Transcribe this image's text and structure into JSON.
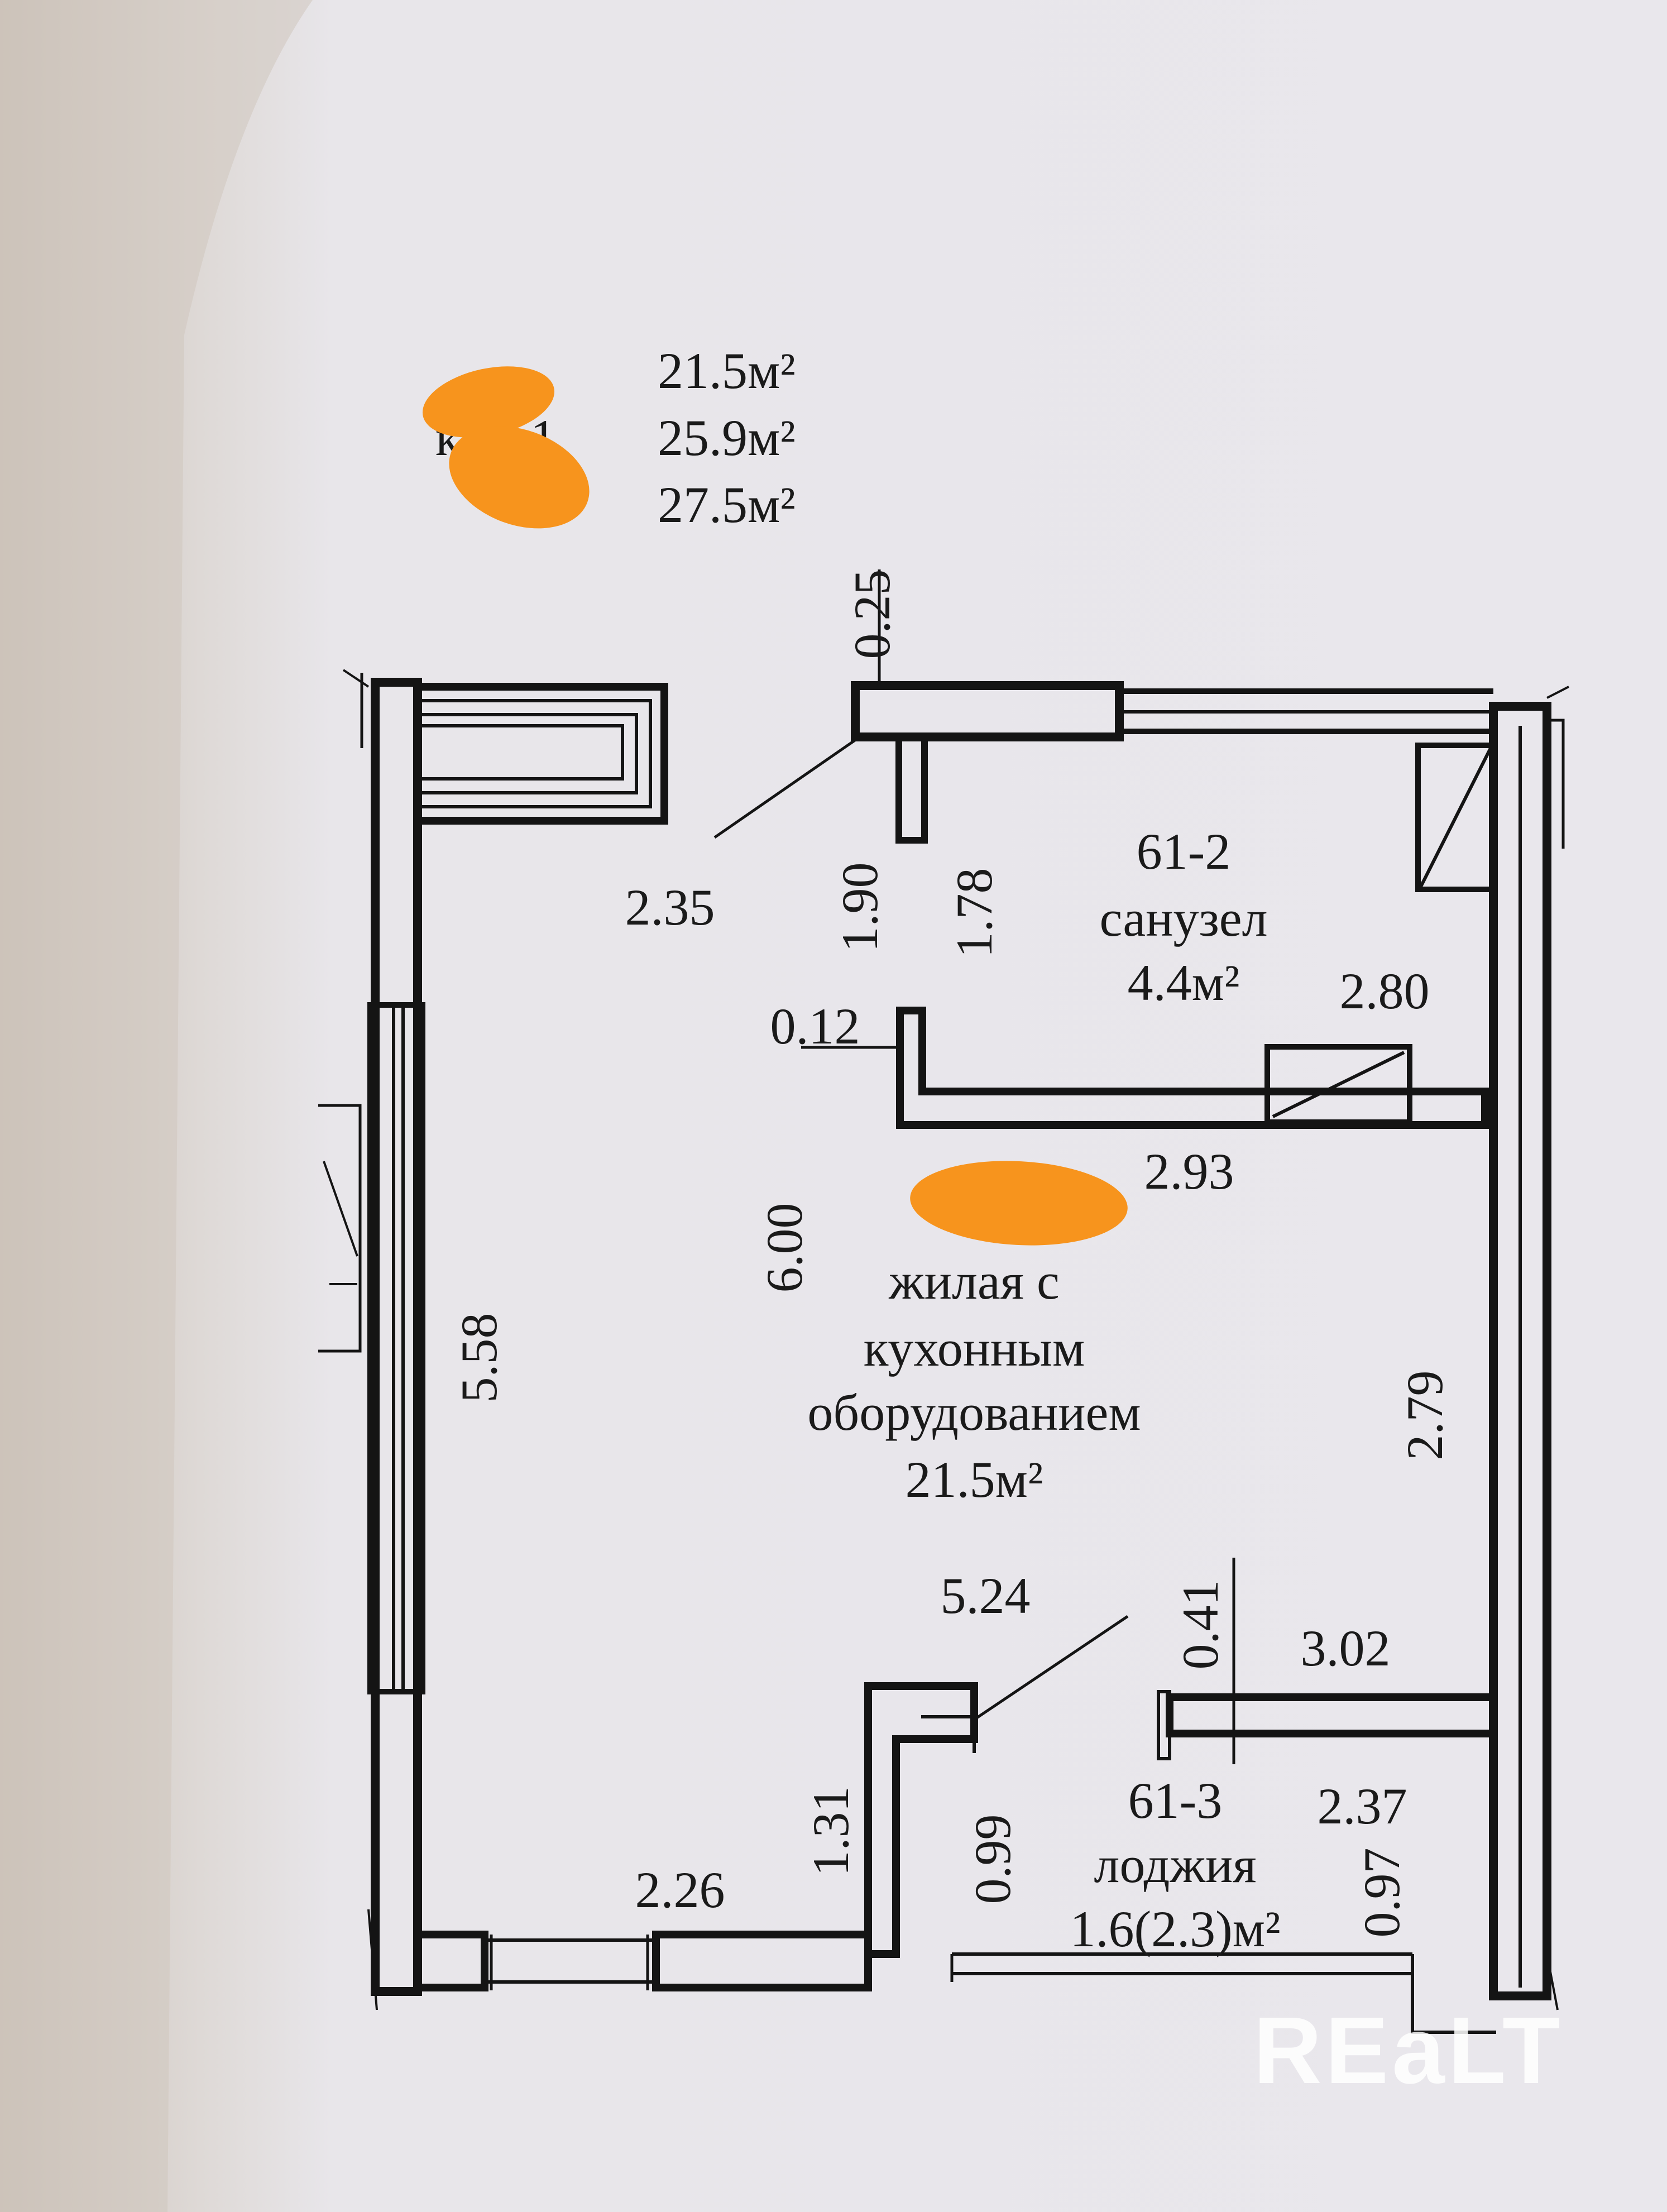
{
  "area_summary": {
    "line1": "21.5м²",
    "line2": "25.9м²",
    "line3": "27.5м²",
    "partial_label_fragment_a": "к",
    "partial_label_fragment_b": "1"
  },
  "rooms": {
    "bathroom": {
      "number": "61-2",
      "name": "санузел",
      "area": "4.4м²"
    },
    "living": {
      "name_line1": "жилая с",
      "name_line2": "кухонным",
      "name_line3": "оборудованием",
      "area": "21.5м²"
    },
    "loggia": {
      "number": "61-3",
      "name": "лоджия",
      "area": "1.6(2.3)м²"
    }
  },
  "dimensions": {
    "d_0_25": "0.25",
    "d_2_35": "2.35",
    "d_1_90": "1.90",
    "d_1_78": "1.78",
    "d_0_12": "0.12",
    "d_2_80": "2.80",
    "d_2_93": "2.93",
    "d_6_00": "6.00",
    "d_5_58": "5.58",
    "d_2_79": "2.79",
    "d_5_24": "5.24",
    "d_0_41": "0.41",
    "d_3_02": "3.02",
    "d_1_31": "1.31",
    "d_0_99": "0.99",
    "d_2_37": "2.37",
    "d_0_97": "0.97",
    "d_2_26": "2.26"
  },
  "watermark": "REaLT",
  "colors": {
    "paper": "#e9e6ea",
    "wall": "#141414",
    "redaction": "#f7941d",
    "outer_bg": "#d9d2cc"
  }
}
